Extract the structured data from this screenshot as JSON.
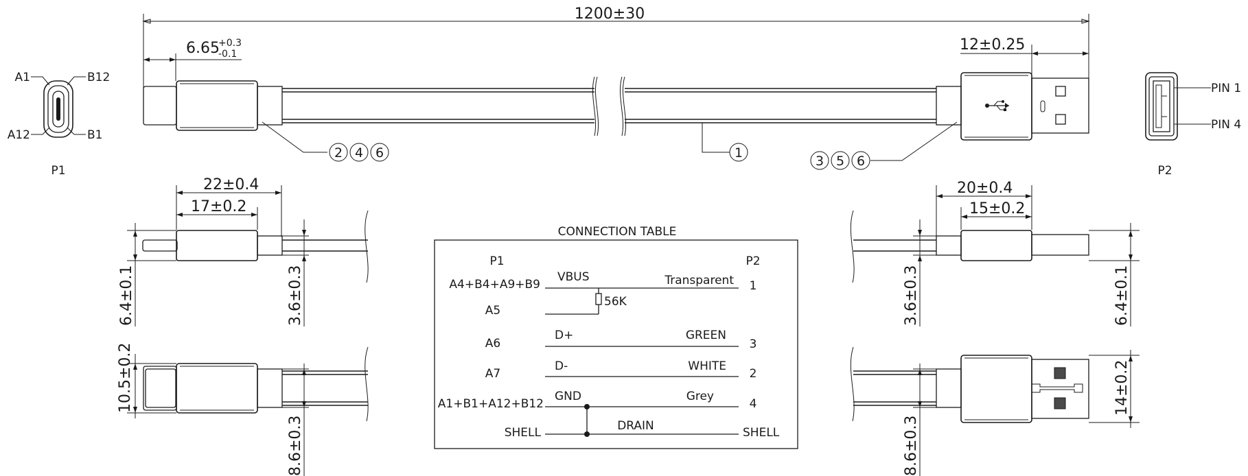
{
  "dimensions": {
    "overall_length": "1200±30",
    "p1_tip_main": "6.65",
    "p1_tip_sup": "+0.3",
    "p1_tip_sub": "-0.1",
    "p2_plug_length": "12±0.25",
    "p1_overmold_length": "22±0.4",
    "p1_grip_length": "17±0.2",
    "p1_height": "6.4±0.1",
    "cable_thickness": "3.6±0.3",
    "p1_width": "10.5±0.2",
    "cable_width": "8.6±0.3",
    "p2_overmold_length": "20±0.4",
    "p2_grip_length": "15±0.2",
    "p2_height": "6.4±0.1",
    "p2_width": "14±0.2"
  },
  "connector_p1": {
    "name": "P1",
    "pin_a1": "A1",
    "pin_a12": "A12",
    "pin_b12": "B12",
    "pin_b1": "B1"
  },
  "connector_p2": {
    "name": "P2",
    "pin1": "PIN 1",
    "pin4": "PIN 4"
  },
  "callouts": {
    "left": [
      "2",
      "4",
      "6"
    ],
    "middle": [
      "1"
    ],
    "right": [
      "3",
      "5",
      "6"
    ]
  },
  "connection_table": {
    "title": "CONNECTION TABLE",
    "head_p1": "P1",
    "head_p2": "P2",
    "resistor": "56K",
    "drain": "DRAIN",
    "rows": [
      {
        "p1": "A4+B4+A9+B9",
        "signal": "VBUS",
        "color": "Transparent",
        "p2": "1"
      },
      {
        "p1": "A5",
        "signal": "",
        "color": "",
        "p2": ""
      },
      {
        "p1": "A6",
        "signal": "D+",
        "color": "GREEN",
        "p2": "3"
      },
      {
        "p1": "A7",
        "signal": "D-",
        "color": "WHITE",
        "p2": "2"
      },
      {
        "p1": "A1+B1+A12+B12",
        "signal": "GND",
        "color": "Grey",
        "p2": "4"
      },
      {
        "p1": "SHELL",
        "signal": "",
        "color": "",
        "p2": "SHELL"
      }
    ]
  }
}
